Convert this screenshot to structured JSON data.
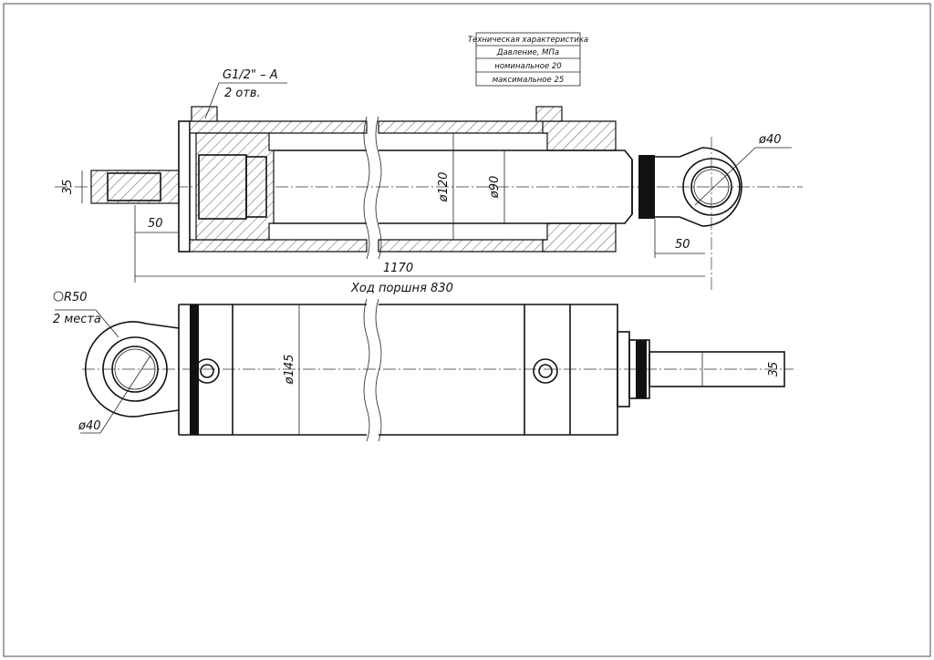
{
  "spec_table": {
    "title": "Техническая характеристика",
    "pressure_label": "Давление, МПа",
    "nominal": "номинальное  20",
    "maximum": "максимальное  25"
  },
  "top_view": {
    "port_label": "G1/2\" – A",
    "port_count": "2 отв.",
    "rod_dia": "35",
    "left_offset": "50",
    "bore_dia": "ø120",
    "rod_bore_dia": "ø90",
    "eye_dia": "ø40",
    "right_offset": "50",
    "total_length": "1170",
    "stroke": "Ход поршня 830"
  },
  "bottom_view": {
    "radius": "R50",
    "places": "2 места",
    "eye_dia": "ø40",
    "body_dia": "ø145",
    "rod_dia": "35"
  }
}
